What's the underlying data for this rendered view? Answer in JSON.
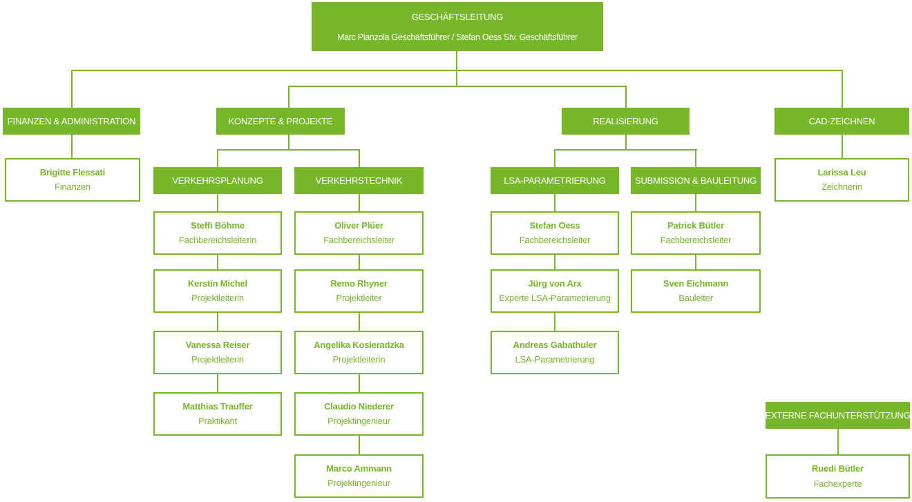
{
  "colors": {
    "green": "#76b82a",
    "text_on_green": "#ffffff",
    "background": "#ffffff"
  },
  "chart": {
    "root": {
      "title": "GESCHÄFTSLEITUNG",
      "subtitle": "Marc Pianzola Geschäftsführer / Stefan Oess Stv. Geschäftsführer"
    },
    "departments": [
      {
        "title": "FINANZEN & ADMINISTRATION",
        "members": [
          {
            "name": "Brigitte Flessati",
            "role": "Finanzen"
          }
        ]
      },
      {
        "title": "KONZEPTE & PROJEKTE",
        "teams": [
          {
            "title": "VERKEHRSPLANUNG",
            "members": [
              {
                "name": "Steffi Böhme",
                "role": "Fachbereichsleiterin"
              },
              {
                "name": "Kerstin Michel",
                "role": "Projektleiterin"
              },
              {
                "name": "Vanessa Reiser",
                "role": "Projektleiterin"
              },
              {
                "name": "Matthias Trauffer",
                "role": "Praktikant"
              }
            ]
          },
          {
            "title": "VERKEHRSTECHNIK",
            "members": [
              {
                "name": "Oliver Plüer",
                "role": "Fachbereichsleiter"
              },
              {
                "name": "Remo Rhyner",
                "role": "Projektleiter"
              },
              {
                "name": "Angelika Kosieradzka",
                "role": "Projektleiterin"
              },
              {
                "name": "Claudio Niederer",
                "role": "Projektingenieur"
              },
              {
                "name": "Marco Ammann",
                "role": "Projektingenieur"
              }
            ]
          }
        ]
      },
      {
        "title": "REALISIERUNG",
        "teams": [
          {
            "title": "LSA-PARAMETRIERUNG",
            "members": [
              {
                "name": "Stefan Oess",
                "role": "Fachbereichsleiter"
              },
              {
                "name": "Jürg von Arx",
                "role": "Experte LSA-Parametrierung"
              },
              {
                "name": "Andreas Gabathuler",
                "role": "LSA-Parametrierung"
              }
            ]
          },
          {
            "title": "SUBMISSION & BAULEITUNG",
            "members": [
              {
                "name": "Patrick Bütler",
                "role": "Fachbereichsleiter"
              },
              {
                "name": "Sven Eichmann",
                "role": "Bauleiter"
              }
            ]
          }
        ]
      },
      {
        "title": "CAD-ZEICHNEN",
        "members": [
          {
            "name": "Larissa Leu",
            "role": "Zeichnerin"
          }
        ]
      }
    ],
    "external": {
      "title": "EXTERNE FACHUNTERSTÜTZUNG",
      "members": [
        {
          "name": "Ruedi Bütler",
          "role": "Fachexperte"
        }
      ]
    }
  }
}
